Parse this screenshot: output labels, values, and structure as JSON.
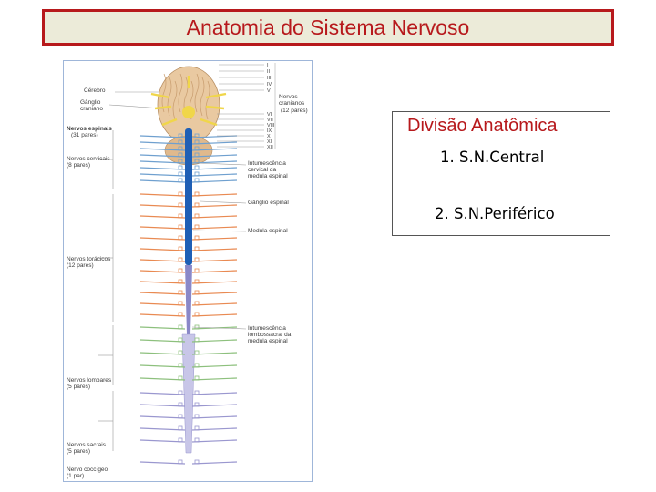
{
  "title": "Anatomia do Sistema Nervoso",
  "figure_labels": {
    "cerebro": "Cérebro",
    "ganglio": "Gânglio\ncraniano",
    "nervos_espinais": "Nervos espinais",
    "nervos_espinais_count": "(31 pares)",
    "cervicais": "Nervos cervicais\n(8 pares)",
    "toracicos": "Nervos torácicos\n(12 pares)",
    "lombares": "Nervos lombares\n(5 pares)",
    "sacrais": "Nervos sacrais\n(5 pares)",
    "coccigeo": "Nervo coccígeo\n(1 par)",
    "nervos_cranianos": "Nervos\ncranianos",
    "nervos_cranianos_count": "(12 pares)",
    "roman_top": [
      "I",
      "II",
      "III",
      "IV",
      "V"
    ],
    "roman_bottom": [
      "VI",
      "VII",
      "VIII",
      "IX",
      "X",
      "XI",
      "XII"
    ],
    "intumescencia_cervical": "Intumescência\ncervical da\nmedula espinal",
    "ganglio_espinal": "Gânglio espinal",
    "medula_espinal": "Medula espinal",
    "intumescencia_lombossacral": "Intumescência\nlombossacral da\nmedula espinal"
  },
  "info": {
    "heading": "Divisão Anatômica",
    "item1": "1. S.N.Central",
    "item2": "2. S.N.Periférico"
  },
  "colors": {
    "accent_red": "#b7191c",
    "title_bg": "#ecebd9",
    "brain": "#e9c9a1",
    "cranial_nerves": "#f0d64a",
    "spinal_cord": "#1f5fb5",
    "cervical_nerves": "#6fa0cf",
    "thoracic_nerves": "#e98a52",
    "lumbar_nerves": "#8dc07d",
    "sacral_nerves": "#9a97cf"
  }
}
